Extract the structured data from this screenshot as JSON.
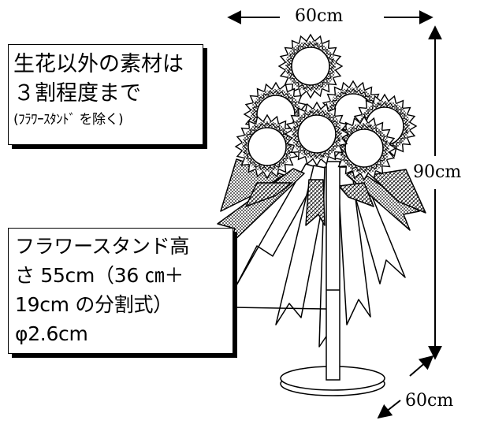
{
  "dimensions": {
    "width_label": "60cm",
    "height_label": "90cm",
    "depth_label": "60cm"
  },
  "note_materials": {
    "line1": "生花以外の素材は",
    "line2": "３割程度まで",
    "line3": "(ﾌﾗﾜｰｽﾀﾝﾄﾞ を除く)"
  },
  "note_stand": {
    "line1": "フラワースタンド高",
    "line2": "さ 55cm（36 ㎝＋",
    "line3": "19cm の分割式）",
    "line4": "φ2.6cm"
  },
  "colors": {
    "line": "#000000",
    "background": "#ffffff"
  }
}
